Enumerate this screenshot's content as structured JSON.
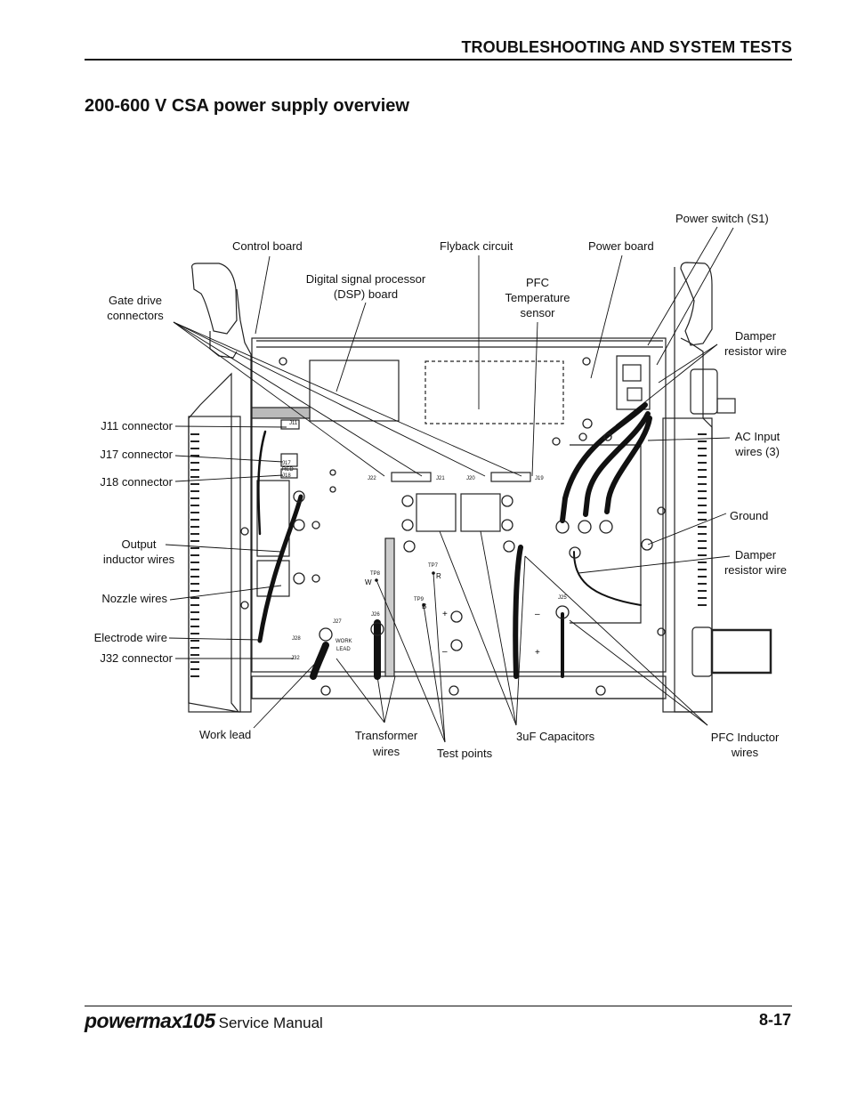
{
  "header": {
    "section": "TROUBLESHOOTING AND SYSTEM TESTS"
  },
  "title": "200-600 V CSA power supply overview",
  "diagram": {
    "callouts": {
      "power_switch": "Power switch (S1)",
      "control_board": "Control board",
      "flyback": "Flyback circuit",
      "power_board": "Power board",
      "dsp_1": "Digital signal processor",
      "dsp_2": "(DSP) board",
      "pfc_temp_1": "PFC",
      "pfc_temp_2": "Temperature",
      "pfc_temp_3": "sensor",
      "gate_drive_1": "Gate drive",
      "gate_drive_2": "connectors",
      "damper_1a": "Damper",
      "damper_1b": "resistor wire",
      "j11": "J11 connector",
      "j17": "J17 connector",
      "j18": "J18 connector",
      "ac_input_1": "AC Input",
      "ac_input_2": "wires (3)",
      "ground": "Ground",
      "output_inductor_1": "Output",
      "output_inductor_2": "inductor wires",
      "damper_2a": "Damper",
      "damper_2b": "resistor wire",
      "nozzle": "Nozzle wires",
      "electrode": "Electrode wire",
      "j32": "J32 connector",
      "work_lead": "Work lead",
      "transformer_1": "Transformer",
      "transformer_2": "wires",
      "test_points": "Test points",
      "capacitors": "3uF Capacitors",
      "pfc_inductor_1": "PFC Inductor",
      "pfc_inductor_2": "wires"
    },
    "board_marks": {
      "j22": "J22",
      "j21": "J21",
      "j20": "J20",
      "j19": "J19",
      "j11": "J11",
      "j17": "J17",
      "j18": "J18",
      "red": "RED",
      "j27": "J27",
      "j26": "J26",
      "j28": "J28",
      "j32": "J32",
      "j25": "J25",
      "tp8": "TP8",
      "tp7": "TP7",
      "tp9": "TP9",
      "w": "W",
      "r": "R",
      "b": "B",
      "work": "WORK",
      "lead": "LEAD",
      "plus": "+",
      "minus": "–"
    }
  },
  "footer": {
    "brand": "powermax105",
    "manual": "Service Manual",
    "page": "8-17"
  }
}
